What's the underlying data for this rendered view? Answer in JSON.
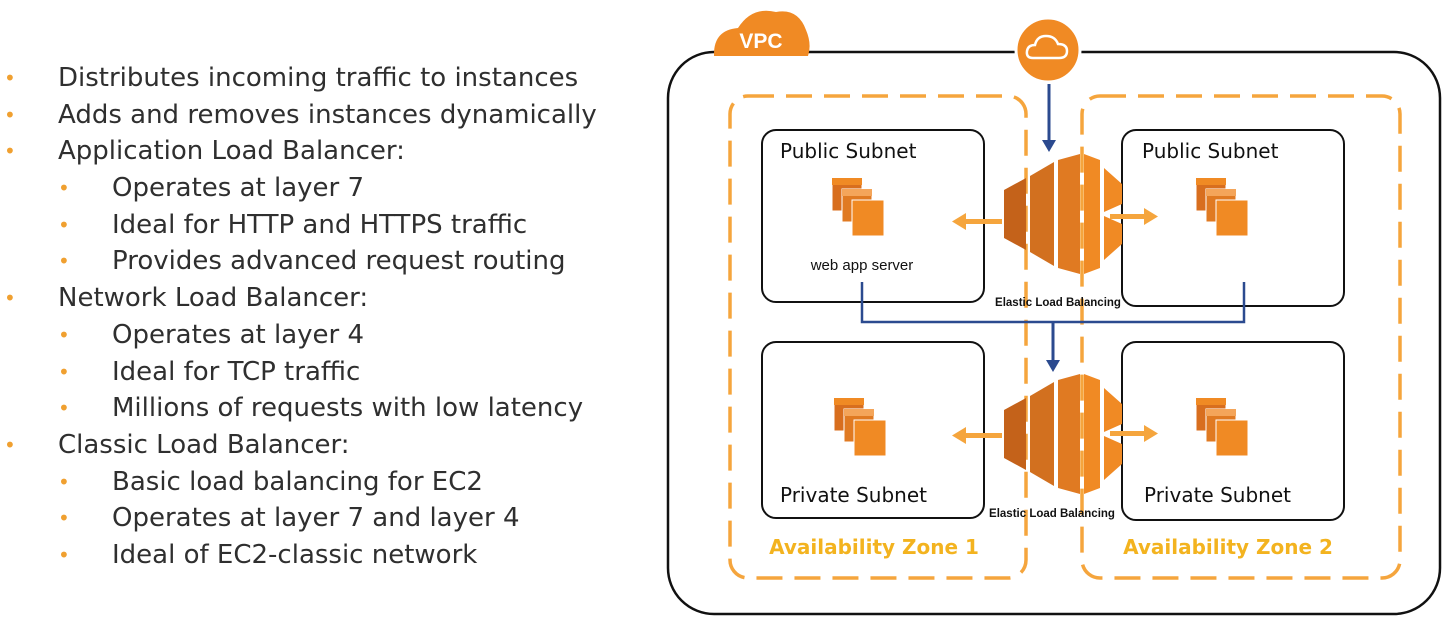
{
  "bullets": [
    {
      "level": 0,
      "text": "Distributes incoming traffic to instances"
    },
    {
      "level": 0,
      "text": "Adds and removes instances dynamically"
    },
    {
      "level": 0,
      "text": "Application Load Balancer:"
    },
    {
      "level": 1,
      "text": "Operates at layer 7"
    },
    {
      "level": 1,
      "text": "Ideal for HTTP and HTTPS traffic"
    },
    {
      "level": 1,
      "text": "Provides advanced request routing"
    },
    {
      "level": 0,
      "text": "Network Load Balancer:"
    },
    {
      "level": 1,
      "text": "Operates at layer 4"
    },
    {
      "level": 1,
      "text": "Ideal for TCP traffic"
    },
    {
      "level": 1,
      "text": "Millions of requests with low latency"
    },
    {
      "level": 0,
      "text": "Classic Load Balancer:"
    },
    {
      "level": 1,
      "text": "Basic load balancing for EC2"
    },
    {
      "level": 1,
      "text": "Operates at layer 7 and layer 4"
    },
    {
      "level": 1,
      "text": "Ideal of EC2-classic network"
    }
  ],
  "bullet_glyph": "•",
  "diagram": {
    "vpc_label": "VPC",
    "az1_label": "Availability Zone 1",
    "az2_label": "Availability Zone 2",
    "public_subnet_1": "Public Subnet",
    "public_subnet_2": "Public Subnet",
    "private_subnet_1": "Private Subnet",
    "private_subnet_2": "Private Subnet",
    "web_app_server": "web app server",
    "elb_top_label": "Elastic Load Balancing",
    "elb_bottom_label": "Elastic Load Balancing"
  },
  "colors": {
    "orange": "#f08a24",
    "orange_dark": "#c4621a",
    "az_label": "#f3b31f",
    "arrow_blue": "#2b4a8f",
    "bullet": "#f0a030"
  },
  "icons": {
    "cloud": "internet-gateway-cloud-icon",
    "elb": "elastic-load-balancing-icon",
    "ec2": "ec2-instances-icon"
  }
}
